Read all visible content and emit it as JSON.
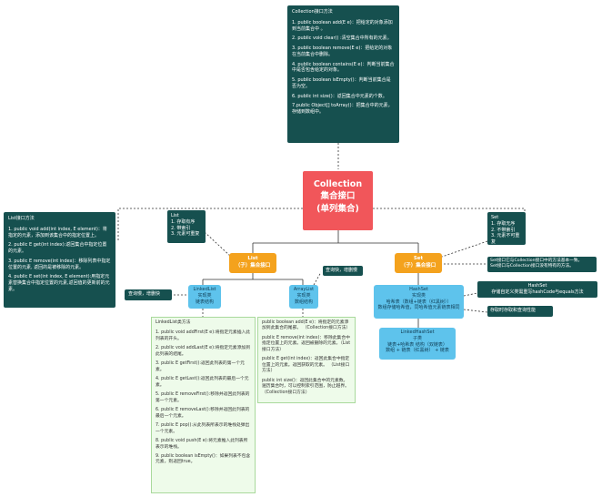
{
  "collection_methods": {
    "title": "Collection接口方法",
    "items": [
      "1. public boolean add(E e)：把给定的对象添加到当前集合中 。",
      "2. public void clear() :清空集合中所有的元素。",
      "3. public boolean remove(E e)：把给定的对象在当前集合中删除。",
      "4. public boolean contains(E e)：判断当前集合中是否包含给定的对象。",
      "5. public boolean isEmpty()：判断当前集合是否为空。",
      "6. public int size()：返回集合中元素的个数。",
      "7.public Object[] toArray()：把集合中的元素，存储到数组中。"
    ]
  },
  "root": {
    "line1": "Collection",
    "line2": "集合接口",
    "line3": "(单列集合)"
  },
  "list_methods": {
    "title": "List接口方法",
    "items": [
      "1. public void add(int index, E element)：将指定的元素，添加到该集合中的指定位置上。",
      "2. public E get(int index):返回集合中指定位置的元素。",
      "3. public E remove(int index)：移除列表中指定位置的元素, 返回的是被移除的元素。",
      "4. public E set(int index, E element):用指定元素替换集合中指定位置的元素,返回值的更新前的元素。"
    ]
  },
  "list_features": {
    "title": "List",
    "items": [
      "1. 存取有序",
      "2. 带索引",
      "3. 元素可重复"
    ]
  },
  "set_features": {
    "title": "Set",
    "items": [
      "1. 存取无序",
      "2. 不带索引",
      "3. 元素不可重复"
    ]
  },
  "list_node": {
    "line1": "List",
    "line2": "（子）集合接口"
  },
  "set_node": {
    "line1": "Set",
    "line2": "（子）集合接口"
  },
  "set_note": {
    "line1": "Set接口它与Collection接口中的方法基本一致。",
    "line2": "Set接口与Collection接口没有特有的方法。"
  },
  "fast_query": "查询快，增删慢",
  "slow_query": "查询慢，增删快",
  "linkedlist_node": {
    "line1": "LinkedList",
    "line2": "实现类",
    "line3": "链表结构"
  },
  "arraylist_node": {
    "line1": "ArrayList",
    "line2": "实现类",
    "line3": "数组结构"
  },
  "hashset_node": {
    "line1": "HashSet",
    "line2": "实现类",
    "line3": "哈希表（数组+链表（红黑树））",
    "line4": "数组存储哈希值，同哈希值元素链表相同"
  },
  "hashset_note": {
    "line1": "HashSet",
    "line2": "存储自定义类需重写hashCode与equals方法"
  },
  "hashset_order_note": "存取时存取和查询性能",
  "linkedhashset_node": {
    "line1": "LinkedHashSet",
    "line2": "子类",
    "line3": "链表+哈希表 结构（双链表）",
    "line4": "数组 + 链表（红黑树） + 链表"
  },
  "linkedlist_methods": {
    "title": "LinkedList类方法",
    "items": [
      "1. public void addFirst(E e):将指定元素插入此列表的开头。",
      "2. public void addLast(E e):将指定元素添加到此列表的结尾。",
      "3. public E getFirst():返回此列表的第一个元素。",
      "4. public E getLast():返回此列表的最后一个元素。",
      "5. public E removeFirst():移除并返回此列表的第一个元素。",
      "6. public E removeLast():移除并返回此列表的最后一个元素。",
      "7. public E pop():从此列表所表示的堆栈处弹出一个元素。",
      "8. public void push(E e):将元素推入此列表所表示的堆栈。",
      "9. public boolean isEmpty()：如果列表不包含元素，则返回true。"
    ]
  },
  "arraylist_methods": {
    "items": [
      "public boolean add(E e)：将指定的元素添加到此集合的尾部。 （Collection接口方法）",
      "public E remove(int index)：移除此集合中指定位置上的元素。返回被删除的元素。（List接口方法）",
      "public E get(int index)：返回此集合中指定位置上的元素。返回获取的元素。 （List接口方法）",
      "public int size()：返回此集合中的元素数。遍历集合时，可以控制索引范围，防止越界。（Collection接口方法）"
    ]
  },
  "colors": {
    "dark_box": "#16504f",
    "root": "#f1565a",
    "orange": "#f4a21d",
    "green_node": "#8dd67c",
    "blue_node": "#5ec3ec",
    "light_box": "#eefbea"
  }
}
